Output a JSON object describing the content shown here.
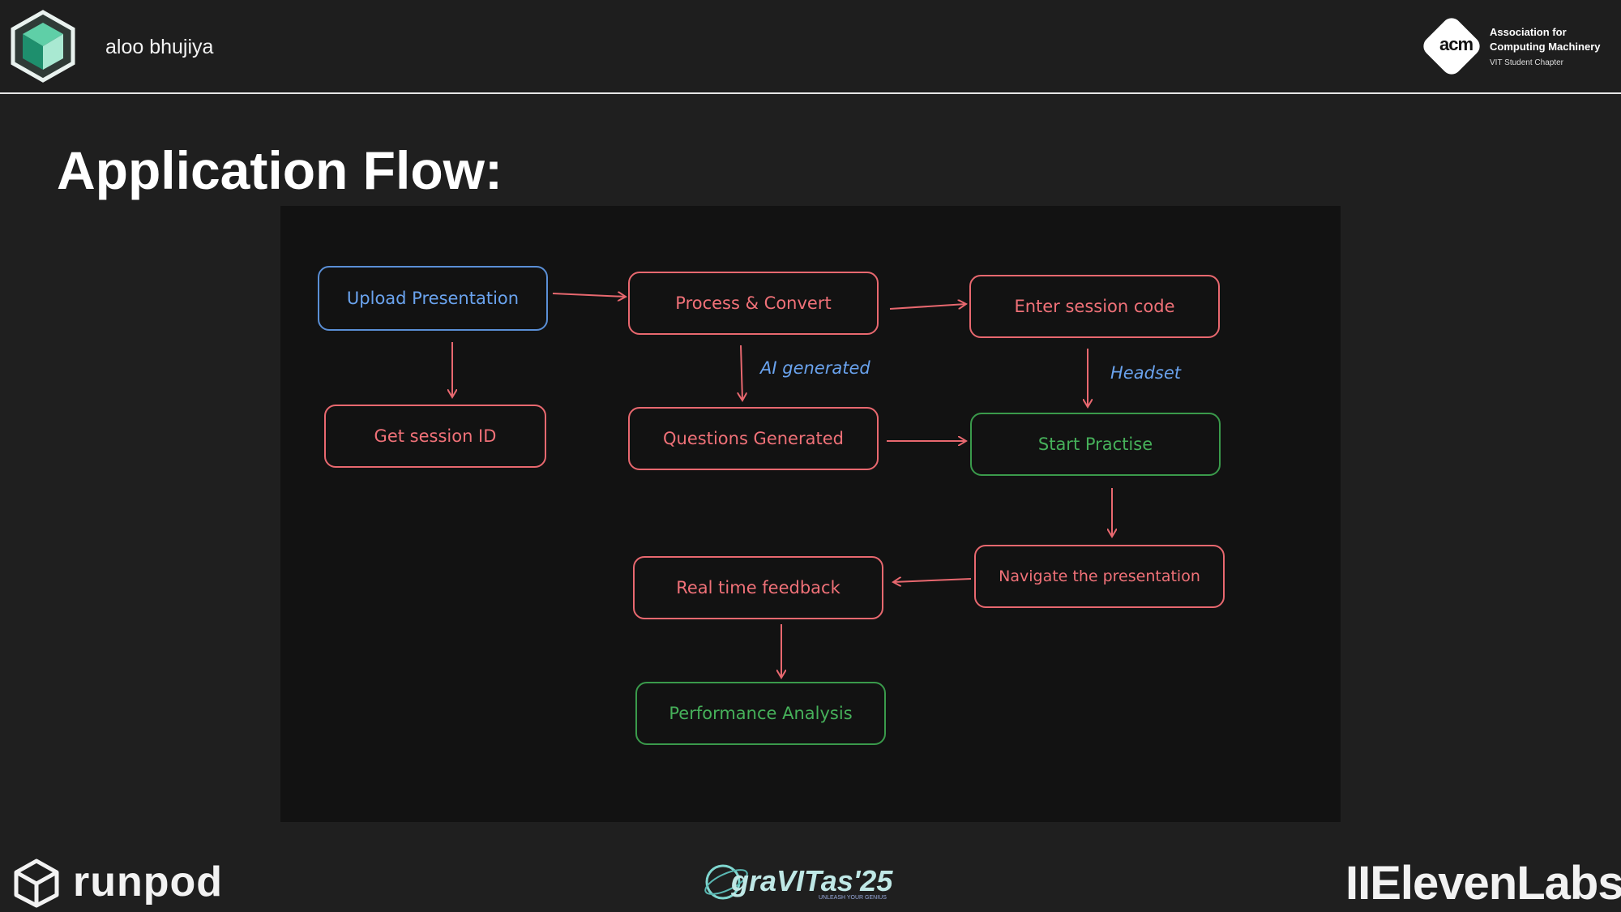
{
  "header": {
    "team_name": "aloo bhujiya",
    "acm": {
      "mark": "acm",
      "line1": "Association for",
      "line2": "Computing Machinery",
      "line3": "VIT Student Chapter"
    }
  },
  "slide": {
    "title": "Application Flow:"
  },
  "diagram": {
    "nodes": {
      "upload": "Upload Presentation",
      "process": "Process & Convert",
      "enter_code": "Enter session code",
      "session_id": "Get session ID",
      "questions": "Questions Generated",
      "start": "Start Practise",
      "feedback": "Real time feedback",
      "navigate": "Navigate the presentation",
      "analysis": "Performance Analysis"
    },
    "edge_labels": {
      "ai": "AI generated",
      "headset": "Headset"
    },
    "colors": {
      "default": "#e8686f",
      "blue": "#5a8fd6",
      "green": "#3a9a4b"
    }
  },
  "footer": {
    "runpod": "runpod",
    "gravitas": "graVITas'25",
    "gravitas_tagline": "UNLEASH YOUR GENIUS",
    "elevenlabs": "IIElevenLabs"
  }
}
